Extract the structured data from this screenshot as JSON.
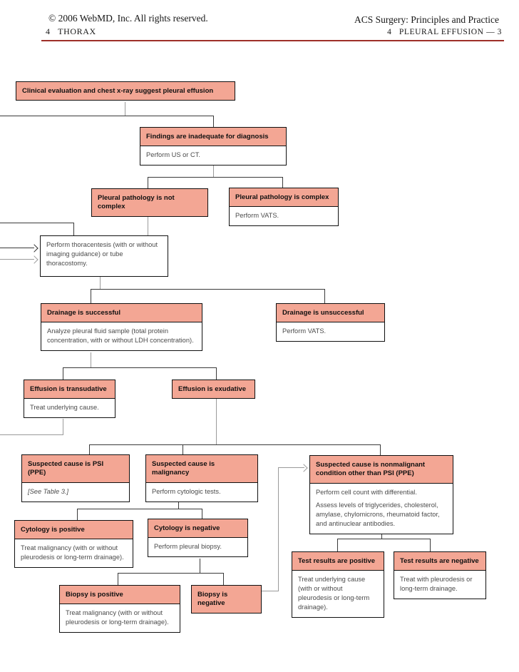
{
  "header": {
    "copyright": "© 2006 WebMD, Inc. All rights reserved.",
    "section_left": "4   THORAX",
    "title_right": "ACS Surgery: Principles and Practice",
    "section_right": "4   PLEURAL EFFUSION — 3"
  },
  "colors": {
    "node_header_bg": "#f3a694",
    "node_border": "#101010",
    "body_text": "#4b4b4b",
    "header_rule": "#9e2f28",
    "connector_dark": "#3a3a3a",
    "connector_light": "#9a9a9a"
  },
  "nodes": {
    "clinical": {
      "title": "Clinical evaluation and chest x-ray suggest pleural effusion"
    },
    "findings": {
      "title": "Findings are inadequate for diagnosis",
      "body": "Perform US or CT."
    },
    "pathology_not_complex": {
      "title": "Pleural pathology is not complex"
    },
    "pathology_complex": {
      "title": "Pleural pathology is complex",
      "body": "Perform VATS."
    },
    "thoracentesis": {
      "body": "Perform thoracentesis (with or without imaging guidance) or tube thoracostomy."
    },
    "drainage_successful": {
      "title": "Drainage is successful",
      "body": "Analyze pleural fluid sample (total protein concentration, with or without LDH concentration)."
    },
    "drainage_unsuccessful": {
      "title": "Drainage is unsuccessful",
      "body": "Perform VATS."
    },
    "effusion_transudative": {
      "title": "Effusion is transudative",
      "body": "Treat underlying cause."
    },
    "effusion_exudative": {
      "title": "Effusion is exudative"
    },
    "cause_psi": {
      "title": "Suspected cause is PSI (PPE)",
      "body": "[See Table 3.]"
    },
    "cause_malignancy": {
      "title": "Suspected cause is malignancy",
      "body": "Perform cytologic tests."
    },
    "cause_nonmalignant": {
      "title": "Suspected cause is nonmalignant condition other than PSI (PPE)",
      "body": "Perform cell count with differential.",
      "body2": "Assess levels of triglycerides, cholesterol, amylase, chylomicrons, rheumatoid factor, and antinuclear antibodies."
    },
    "cytology_positive": {
      "title": "Cytology is positive",
      "body": "Treat malignancy (with or without pleurodesis or long-term drainage)."
    },
    "cytology_negative": {
      "title": "Cytology is negative",
      "body": "Perform pleural biopsy."
    },
    "biopsy_positive": {
      "title": "Biopsy is positive",
      "body": "Treat malignancy (with or without pleurodesis or long-term drainage)."
    },
    "biopsy_negative": {
      "title": "Biopsy is negative"
    },
    "test_positive": {
      "title": "Test results are positive",
      "body": "Treat underlying cause (with or without pleurodesis or long-term drainage)."
    },
    "test_negative": {
      "title": "Test results are negative",
      "body": "Treat with pleurodesis or long-term drainage."
    }
  }
}
